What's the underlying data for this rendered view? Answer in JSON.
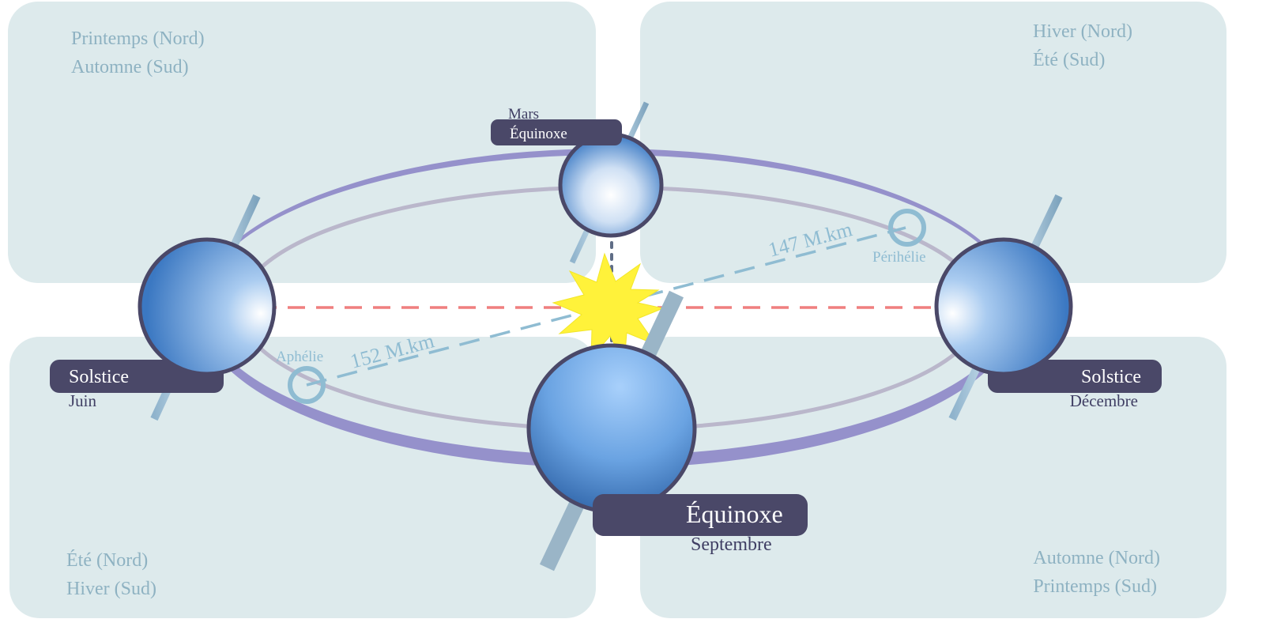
{
  "colors": {
    "quadrant_bg": "#ddeaec",
    "season_text": "#8eb2c2",
    "orbit_outer": "#9591cb",
    "orbit_inner": "#bab7cb",
    "label_box": "#4a4868",
    "solstice_line": "#ef7f7f",
    "distance_line": "#8fbcd2",
    "sun": "#fff23a",
    "earth": "#5b95d6"
  },
  "quadrants": {
    "top_left": [
      "Printemps (Nord)",
      "Automne (Sud)"
    ],
    "top_right": [
      "Hiver (Nord)",
      "Été (Sud)"
    ],
    "bottom_left": [
      "Été (Nord)",
      "Hiver (Sud)"
    ],
    "bottom_right": [
      "Automne (Nord)",
      "Printemps (Sud)"
    ]
  },
  "positions": {
    "march": {
      "month": "Mars",
      "event": "Équinoxe"
    },
    "june": {
      "event": "Solstice",
      "month": "Juin"
    },
    "december": {
      "event": "Solstice",
      "month": "Décembre"
    },
    "september": {
      "event": "Équinoxe",
      "month": "Septembre"
    }
  },
  "distances": {
    "perihelion": {
      "label": "Périhélie",
      "distance": "147 M.km"
    },
    "aphelion": {
      "label": "Aphélie",
      "distance": "152 M.km"
    }
  }
}
